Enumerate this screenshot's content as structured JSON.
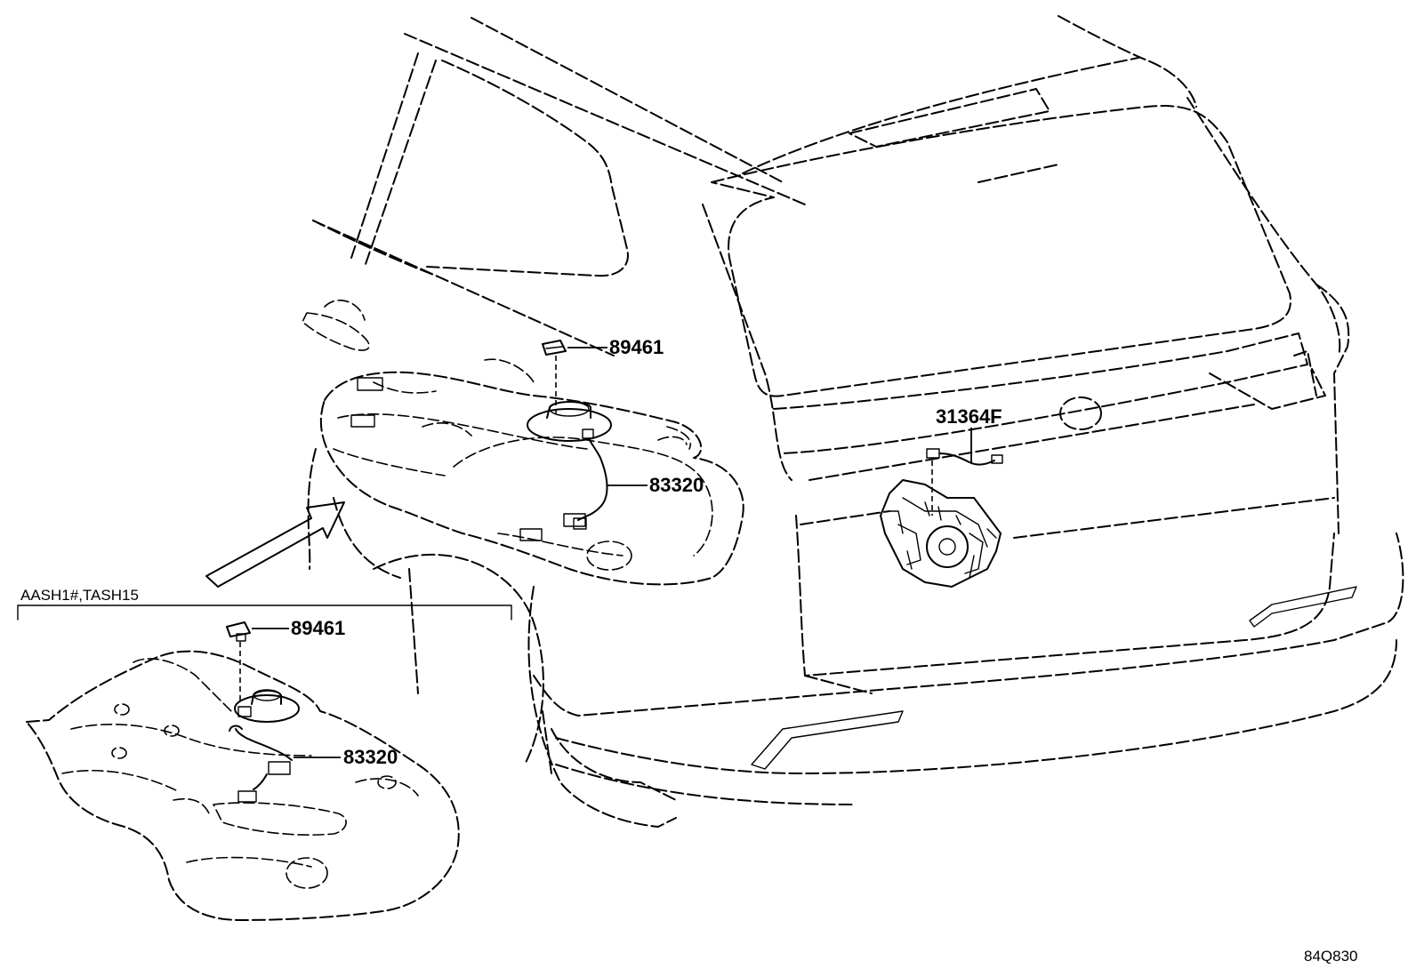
{
  "diagram": {
    "callouts": [
      {
        "id": "89461-main",
        "label": "89461"
      },
      {
        "id": "83320-main",
        "label": "83320"
      },
      {
        "id": "31364F",
        "label": "31364F"
      },
      {
        "id": "89461-inset",
        "label": "89461"
      },
      {
        "id": "83320-inset",
        "label": "83320"
      }
    ],
    "inset": {
      "variant_label": "AASH1#,TASH15"
    },
    "figure_code": "84Q830",
    "icons": [
      "vehicle-rear-outline-icon",
      "fuel-tank-icon",
      "fuel-sender-gauge-icon",
      "fuel-sensor-connector-icon",
      "transfer-case-icon",
      "direction-arrow-icon"
    ]
  }
}
